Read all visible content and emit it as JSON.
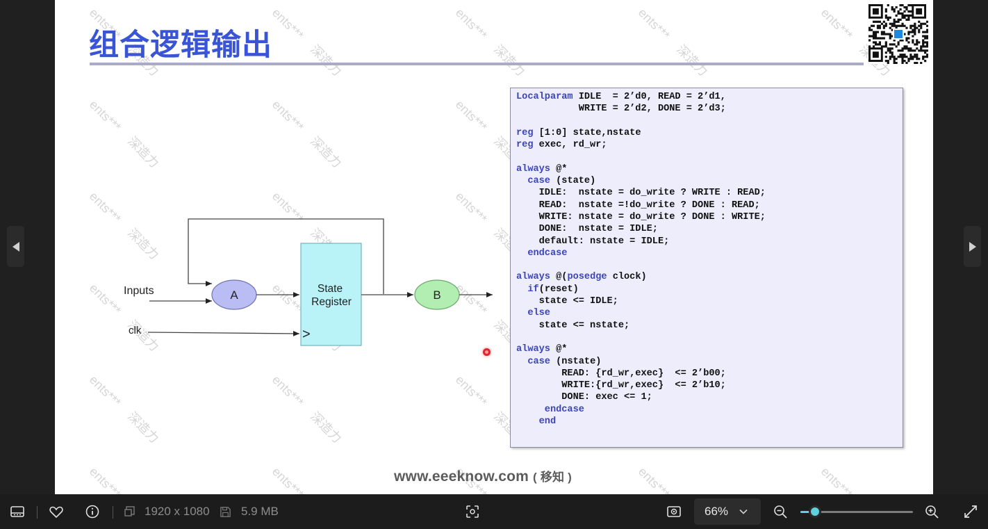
{
  "slide": {
    "title": "组合逻辑输出",
    "footer_url": "www.eeeknow.com",
    "footer_suffix": "( 移知 )",
    "watermark_a": "ents***",
    "watermark_b": "深造力"
  },
  "diagram": {
    "inputs_label": "Inputs",
    "clk_label": "clk",
    "node_a": "A",
    "node_b": "B",
    "state_register_line1": "State",
    "state_register_line2": "Register",
    "clock_marker": ">",
    "colors": {
      "node_a_fill": "#b9bdf4",
      "node_b_fill": "#b2eeb2",
      "register_fill": "#b9f3f7"
    }
  },
  "code": {
    "lines": [
      [
        {
          "k": true,
          "t": "Localparam"
        },
        {
          "k": false,
          "t": " IDLE  = 2’d0, READ = 2’d1,"
        }
      ],
      [
        {
          "k": false,
          "t": "           WRITE = 2’d2, DONE = 2’d3;"
        }
      ],
      [
        {
          "k": false,
          "t": ""
        }
      ],
      [
        {
          "k": true,
          "t": "reg"
        },
        {
          "k": false,
          "t": " [1:0] state,nstate"
        }
      ],
      [
        {
          "k": true,
          "t": "reg"
        },
        {
          "k": false,
          "t": " exec, rd_wr;"
        }
      ],
      [
        {
          "k": false,
          "t": ""
        }
      ],
      [
        {
          "k": true,
          "t": "always"
        },
        {
          "k": false,
          "t": " @*"
        }
      ],
      [
        {
          "k": false,
          "t": "  "
        },
        {
          "k": true,
          "t": "case"
        },
        {
          "k": false,
          "t": " (state)"
        }
      ],
      [
        {
          "k": false,
          "t": "    IDLE:  nstate = do_write ? WRITE : READ;"
        }
      ],
      [
        {
          "k": false,
          "t": "    READ:  nstate =!do_write ? DONE : READ;"
        }
      ],
      [
        {
          "k": false,
          "t": "    WRITE: nstate = do_write ? DONE : WRITE;"
        }
      ],
      [
        {
          "k": false,
          "t": "    DONE:  nstate = IDLE;"
        }
      ],
      [
        {
          "k": false,
          "t": "    default: nstate = IDLE;"
        }
      ],
      [
        {
          "k": false,
          "t": "  "
        },
        {
          "k": true,
          "t": "endcase"
        }
      ],
      [
        {
          "k": false,
          "t": ""
        }
      ],
      [
        {
          "k": true,
          "t": "always"
        },
        {
          "k": false,
          "t": " @("
        },
        {
          "k": true,
          "t": "posedge"
        },
        {
          "k": false,
          "t": " clock)"
        }
      ],
      [
        {
          "k": false,
          "t": "  "
        },
        {
          "k": true,
          "t": "if"
        },
        {
          "k": false,
          "t": "(reset)"
        }
      ],
      [
        {
          "k": false,
          "t": "    state <= IDLE;"
        }
      ],
      [
        {
          "k": false,
          "t": "  "
        },
        {
          "k": true,
          "t": "else"
        }
      ],
      [
        {
          "k": false,
          "t": "    state <= nstate;"
        }
      ],
      [
        {
          "k": false,
          "t": ""
        }
      ],
      [
        {
          "k": true,
          "t": "always"
        },
        {
          "k": false,
          "t": " @*"
        }
      ],
      [
        {
          "k": false,
          "t": "  "
        },
        {
          "k": true,
          "t": "case"
        },
        {
          "k": false,
          "t": " (nstate)"
        }
      ],
      [
        {
          "k": false,
          "t": "        READ: {rd_wr,exec}  <= 2’b00;"
        }
      ],
      [
        {
          "k": false,
          "t": "        WRITE:{rd_wr,exec}  <= 2’b10;"
        }
      ],
      [
        {
          "k": false,
          "t": "        DONE: exec <= 1;"
        }
      ],
      [
        {
          "k": false,
          "t": "     "
        },
        {
          "k": true,
          "t": "endcase"
        }
      ],
      [
        {
          "k": false,
          "t": "    "
        },
        {
          "k": true,
          "t": "end"
        }
      ]
    ]
  },
  "toolbar": {
    "resolution": "1920 x 1080",
    "file_size": "5.9 MB",
    "zoom": "66%",
    "zoom_slider_fraction": 0.13,
    "accent_color": "#5fd1dc"
  },
  "icons": {
    "prev": "chevron-left-icon",
    "next": "chevron-right-icon",
    "filmstrip": "filmstrip-icon",
    "favorite": "heart-icon",
    "info": "info-icon",
    "resolution": "image-size-icon",
    "file_size": "save-icon",
    "scan": "scan-icon",
    "fit": "fit-screen-icon",
    "zoom_out": "zoom-out-icon",
    "zoom_in": "zoom-in-icon",
    "fullscreen": "fullscreen-icon"
  }
}
